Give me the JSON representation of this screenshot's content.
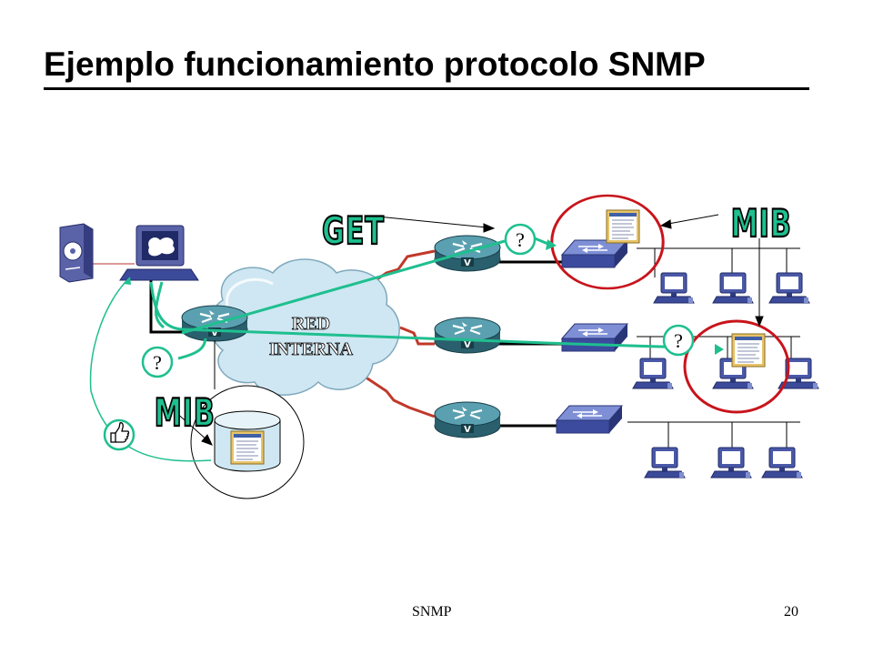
{
  "slide": {
    "title": "Ejemplo funcionamiento protocolo SNMP",
    "footer_left": "SNMP",
    "page_number": "20"
  },
  "diagram": {
    "cloud_label_line1": "RED",
    "cloud_label_line2": "INTERNA",
    "get_label": "GET",
    "mib_label_top": "MIB",
    "mib_label_left": "MIB",
    "question_mark": "?",
    "colors": {
      "flow_line": "#1fbf8f",
      "highlight_circle": "#c8141c",
      "wan_link": "#c0392b",
      "router_body": "#3f7f8f",
      "switch_body": "#4d5ea8",
      "cloud_fill": "#cfe7f2",
      "computer_body": "#4a58a8",
      "server_body": "#5b63a8"
    }
  }
}
